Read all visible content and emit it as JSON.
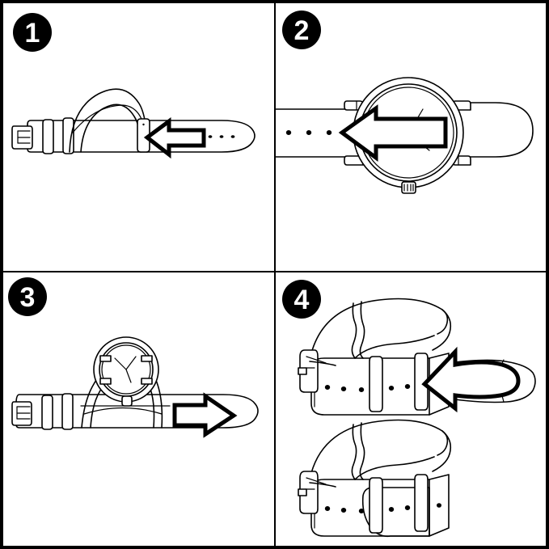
{
  "figure": {
    "title": "NATO watch strap installation instructions",
    "type": "four-panel line-art instruction diagram",
    "background_color": "#ffffff",
    "line_color": "#000000",
    "border_color": "#000000",
    "layout": "2x2 grid of bordered panels"
  },
  "panels": [
    {
      "number": "1",
      "badge_label": "1",
      "name": "panel-insert-strap",
      "description": "NATO strap laid flat with buckle at left, two keeper loops, and the long tail arching up over the middle. An outlined arrow points left toward the strap body.",
      "arrow": {
        "name": "arrow-left",
        "direction": "left",
        "style": "outlined-block-arrow"
      },
      "elements": [
        {
          "name": "buckle",
          "label": "buckle"
        },
        {
          "name": "keeper-loop",
          "label": "keeper loop"
        },
        {
          "name": "strap-arch",
          "label": "strap arch"
        },
        {
          "name": "strap-tail",
          "label": "strap tail"
        }
      ],
      "strap_holes": 3
    },
    {
      "number": "2",
      "badge_label": "2",
      "name": "panel-thread-through-watch",
      "description": "Top-down view of a round watch case with four lugs and a crown at the bottom. The strap is threaded beneath the case between the spring bars. A large outlined arrow points left across the watch face.",
      "arrow": {
        "name": "arrow-left",
        "direction": "left",
        "style": "outlined-block-arrow"
      },
      "elements": [
        {
          "name": "watch-case",
          "label": "watch case"
        },
        {
          "name": "watch-bezel",
          "label": "bezel"
        },
        {
          "name": "watch-lug",
          "label": "lug"
        },
        {
          "name": "watch-crown",
          "label": "crown"
        },
        {
          "name": "strap",
          "label": "strap"
        }
      ],
      "strap_holes": 3
    },
    {
      "number": "3",
      "badge_label": "3",
      "name": "panel-seat-watch",
      "description": "Side view of the watch now seated on the strap, dial facing up with hour and minute hands visible. Buckle and keeper loops at left, tail extending right. An outlined arrow points right along the tail.",
      "arrow": {
        "name": "arrow-right",
        "direction": "right",
        "style": "outlined-block-arrow"
      },
      "elements": [
        {
          "name": "watch-case",
          "label": "watch case"
        },
        {
          "name": "watch-dial",
          "label": "dial"
        },
        {
          "name": "watch-hands",
          "label": "hands"
        },
        {
          "name": "buckle",
          "label": "buckle"
        },
        {
          "name": "keeper-loop",
          "label": "keeper loop"
        },
        {
          "name": "strap-tail",
          "label": "strap tail"
        }
      ]
    },
    {
      "number": "4",
      "badge_label": "4",
      "name": "panel-fasten-and-tuck",
      "description": "Two views of the closed strap loop. Top: buckle fastened with excess tail sticking out to the right and a wavy outlined arrow showing it being folded back. Bottom: finished result with the tail tucked through the keeper loops.",
      "arrow": {
        "name": "arrow-left-wavy-tail",
        "direction": "left",
        "style": "outlined-block-arrow-with-wavy-tail"
      },
      "sub_views": [
        {
          "name": "strap-loop-untucked",
          "label": "tail loose"
        },
        {
          "name": "strap-loop-tucked",
          "label": "tail tucked"
        }
      ],
      "elements": [
        {
          "name": "buckle",
          "label": "buckle"
        },
        {
          "name": "buckle-prong",
          "label": "prong"
        },
        {
          "name": "keeper-loop",
          "label": "keeper loop"
        },
        {
          "name": "strap-tail",
          "label": "strap tail"
        }
      ],
      "strap_holes_per_view": 6
    }
  ]
}
